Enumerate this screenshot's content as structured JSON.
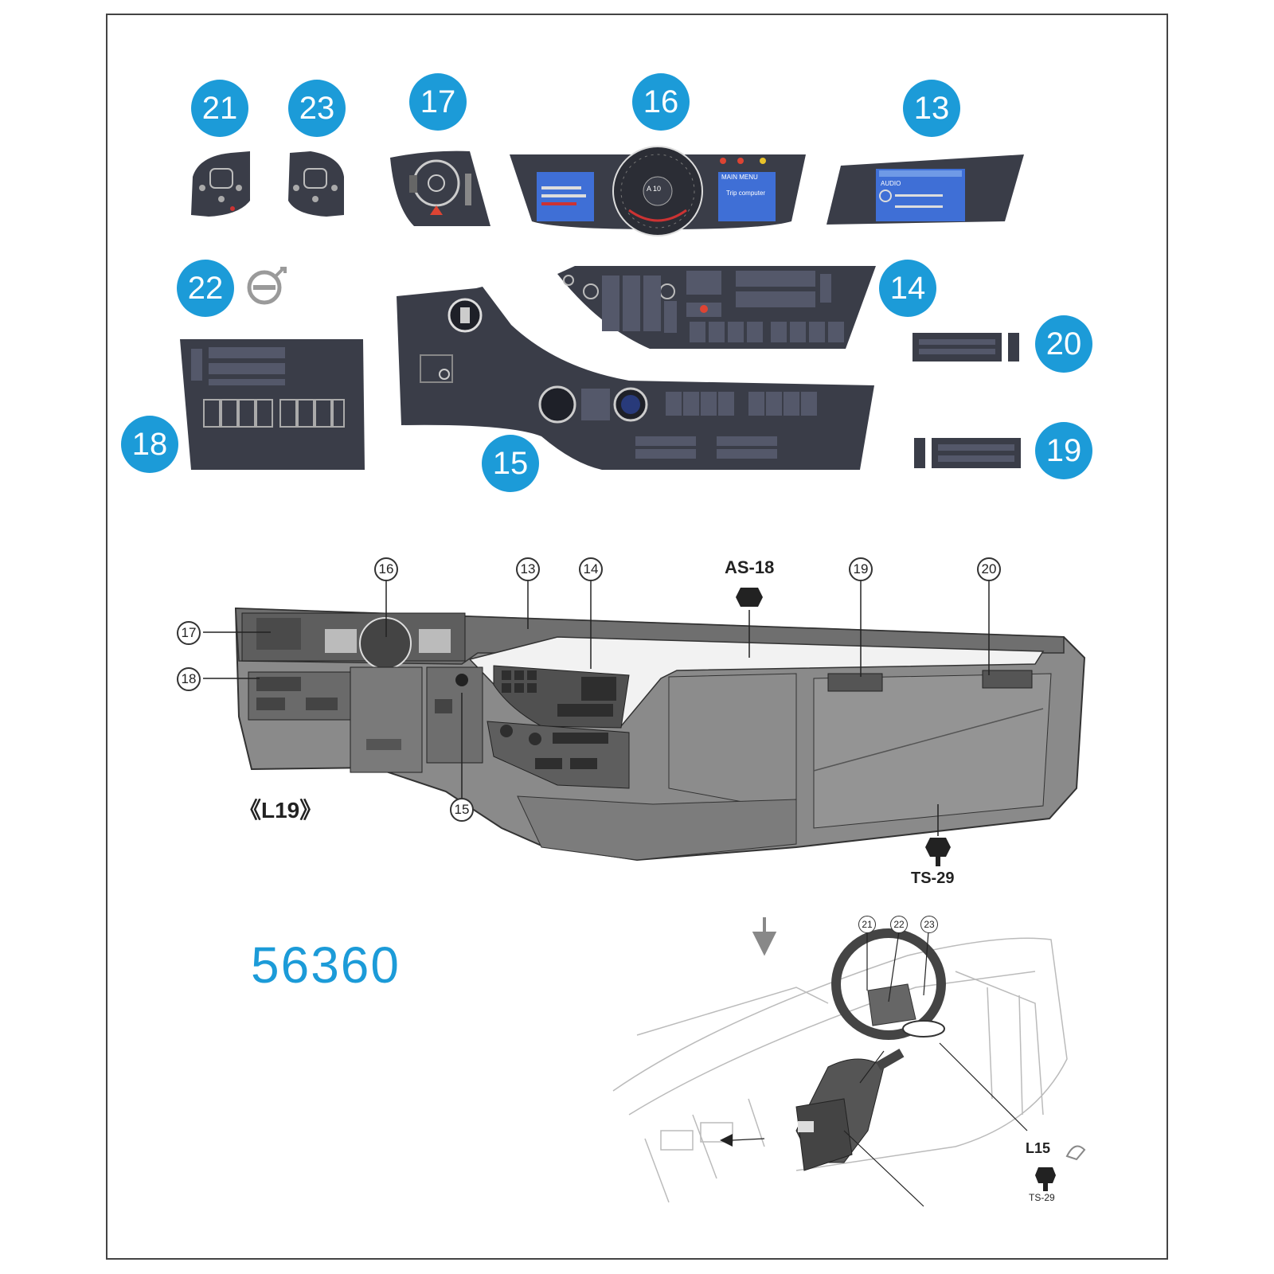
{
  "colors": {
    "badge": "#1c9bd8",
    "panel": "#3a3d48",
    "screen": "#3f6fd6",
    "dash_gray": "#7a7a7a"
  },
  "decal_badges": [
    "21",
    "23",
    "17",
    "16",
    "13",
    "22",
    "14",
    "20",
    "18",
    "15",
    "19"
  ],
  "cluster_text": {
    "display_menu_title": "MAIN MENU",
    "display_menu_item_1": "Trip computer",
    "speedo_center": "A 10",
    "audio_title": "AUDIO"
  },
  "drawing_callouts": {
    "c16": "16",
    "c13": "13",
    "c14": "14",
    "c19": "19",
    "c20": "20",
    "c17": "17",
    "c18": "18",
    "c15": "15"
  },
  "drawing_labels": {
    "as18": "AS-18",
    "ts29": "TS-29",
    "l19": "《L19》"
  },
  "kit_number": "56360",
  "steering_callouts": {
    "c21": "21",
    "c22": "22",
    "c23": "23"
  },
  "steering_labels": {
    "l15": "L15",
    "ts29": "TS-29"
  }
}
